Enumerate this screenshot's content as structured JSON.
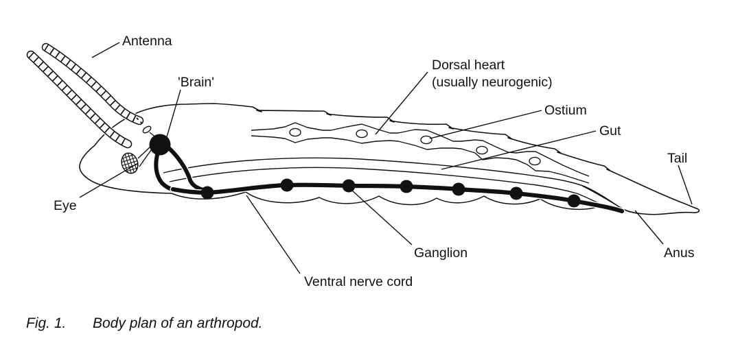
{
  "figure": {
    "type": "anatomical-diagram",
    "caption": {
      "fig_label": "Fig. 1.",
      "text": "Body plan of an arthropod."
    },
    "labels": {
      "antenna": "Antenna",
      "brain": "'Brain'",
      "dorsal_heart_line1": "Dorsal heart",
      "dorsal_heart_line2": "(usually neurogenic)",
      "ostium": "Ostium",
      "gut": "Gut",
      "tail": "Tail",
      "eye": "Eye",
      "ganglion": "Ganglion",
      "anus": "Anus",
      "ventral_nerve_cord": "Ventral nerve cord"
    },
    "structure_counts": {
      "ganglia_dots": 7,
      "ostia_circles": 5,
      "antennae": 2
    },
    "colors": {
      "ink": "#111111",
      "background": "#ffffff"
    }
  }
}
